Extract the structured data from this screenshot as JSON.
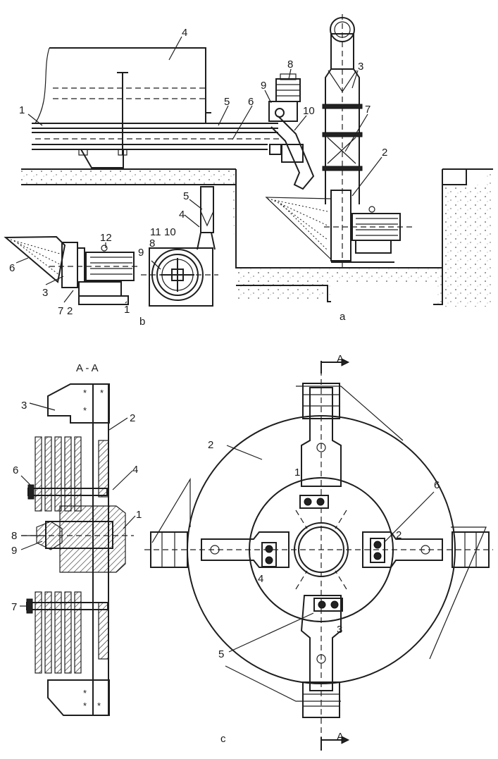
{
  "figure_a": {
    "caption": "a",
    "labels": [
      "1",
      "2",
      "3",
      "4",
      "5",
      "6",
      "7",
      "8",
      "9",
      "10"
    ]
  },
  "figure_b": {
    "caption": "b",
    "labels": [
      "1",
      "2",
      "3",
      "4",
      "5",
      "6",
      "7",
      "8",
      "9",
      "10",
      "11",
      "12"
    ]
  },
  "figure_c": {
    "caption": "c",
    "section_title": "A - A",
    "section_marker": "A",
    "section_labels": [
      "1",
      "2",
      "3",
      "4",
      "6",
      "7",
      "8",
      "9"
    ],
    "plan_labels": [
      "1",
      "2",
      "3",
      "4",
      "5",
      "6"
    ]
  },
  "colors": {
    "ink": "#1e1e1e",
    "paper": "#ffffff"
  }
}
